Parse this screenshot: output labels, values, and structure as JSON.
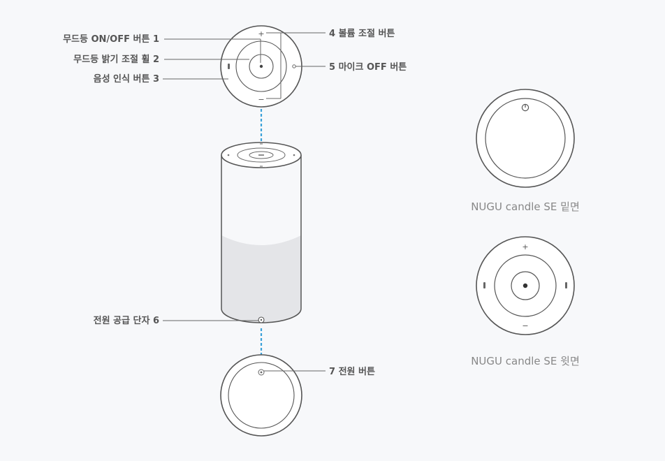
{
  "callouts": {
    "mood_light_onoff": "무드등 ON/OFF 버튼 1",
    "mood_light_wheel": "무드등 밝기 조절 휠 2",
    "voice_button": "음성 인식 버튼 3",
    "volume_buttons": "4 볼륨 조절 버튼",
    "mic_off": "5 마이크 OFF 버튼",
    "power_port": "전원 공급 단자 6",
    "power_button": "7 전원 버튼"
  },
  "captions": {
    "bottom_view": "NUGU candle SE 밑면",
    "top_view": "NUGU candle SE 윗면"
  },
  "symbols": {
    "plus": "+",
    "minus": "−",
    "power": "⏻"
  },
  "colors": {
    "background": "#f7f8fa",
    "outline": "#555555",
    "leader": "#666666",
    "accent_dotted": "#3aa0d8",
    "body_lower": "#e4e5e8",
    "caption": "#888888"
  }
}
